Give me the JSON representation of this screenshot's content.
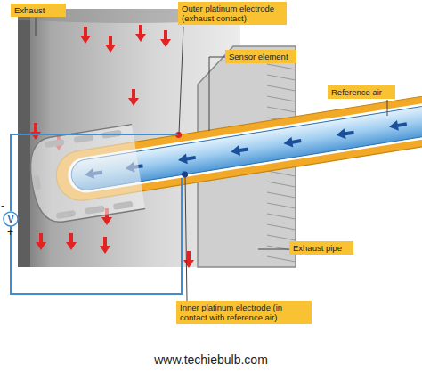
{
  "diagram": {
    "nodes": [
      {
        "text": [
          "Exhaust"
        ]
      },
      {
        "text": [
          "Outer platinum electrode (exhaust contact)"
        ]
      },
      {
        "text": [
          "Sensor element"
        ]
      },
      {
        "text": [
          "Reference air"
        ]
      },
      {
        "text": [
          "Exhaust pipe"
        ]
      },
      {
        "text": [
          "Inner platinum electrode (in contact with reference air)"
        ]
      },
      {
        "text": [
          "V"
        ]
      }
    ],
    "labels": [
      "-",
      "+",
      "www.techiebulb.com"
    ]
  }
}
